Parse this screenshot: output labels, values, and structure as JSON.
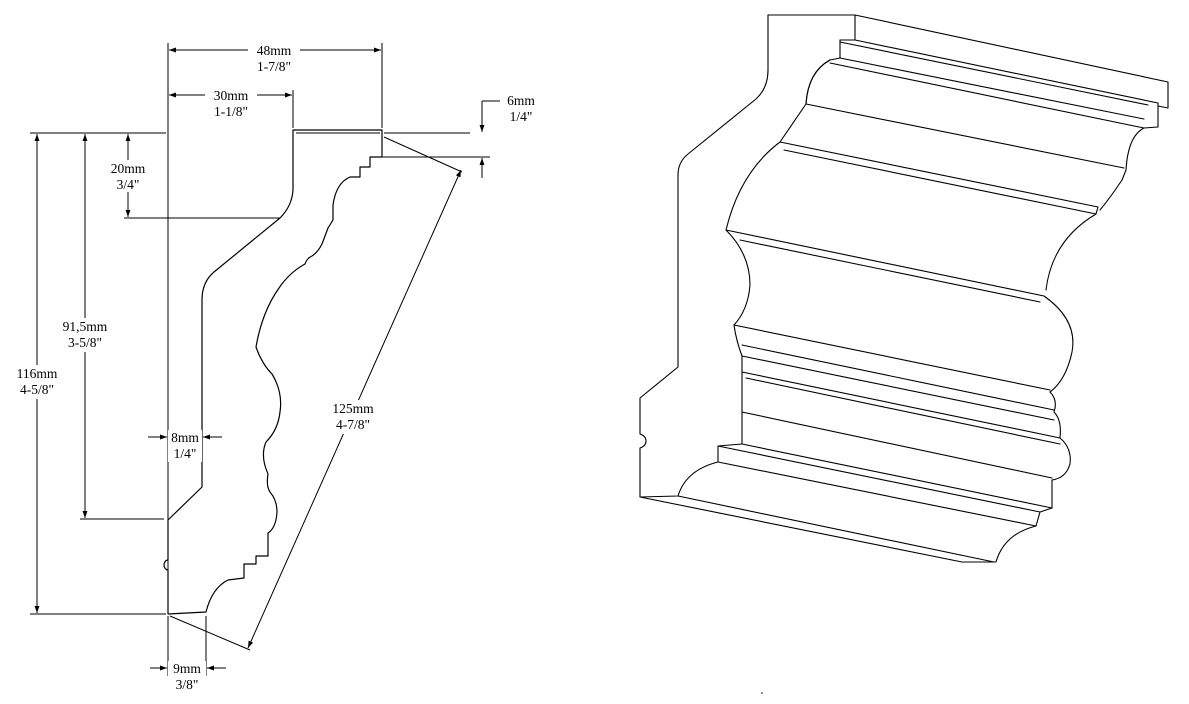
{
  "drawing": {
    "title": "Crown moulding profile with dimensions and perspective view",
    "colors": {
      "line": "#000000",
      "background": "#ffffff"
    },
    "dimensions": {
      "projection_total": {
        "metric": "48mm",
        "imperial": "1-7/8\""
      },
      "top_flat": {
        "metric": "30mm",
        "imperial": "1-1/8\""
      },
      "top_step": {
        "metric": "6mm",
        "imperial": "1/4\""
      },
      "upper_drop": {
        "metric": "20mm",
        "imperial": "3/4\""
      },
      "wall_height": {
        "metric": "91,5mm",
        "imperial": "3-5/8\""
      },
      "total_height": {
        "metric": "116mm",
        "imperial": "4-5/8\""
      },
      "diagonal_width": {
        "metric": "125mm",
        "imperial": "4-7/8\""
      },
      "back_thickness": {
        "metric": "8mm",
        "imperial": "1/4\""
      },
      "bottom_flat": {
        "metric": "9mm",
        "imperial": "3/8\""
      }
    }
  }
}
